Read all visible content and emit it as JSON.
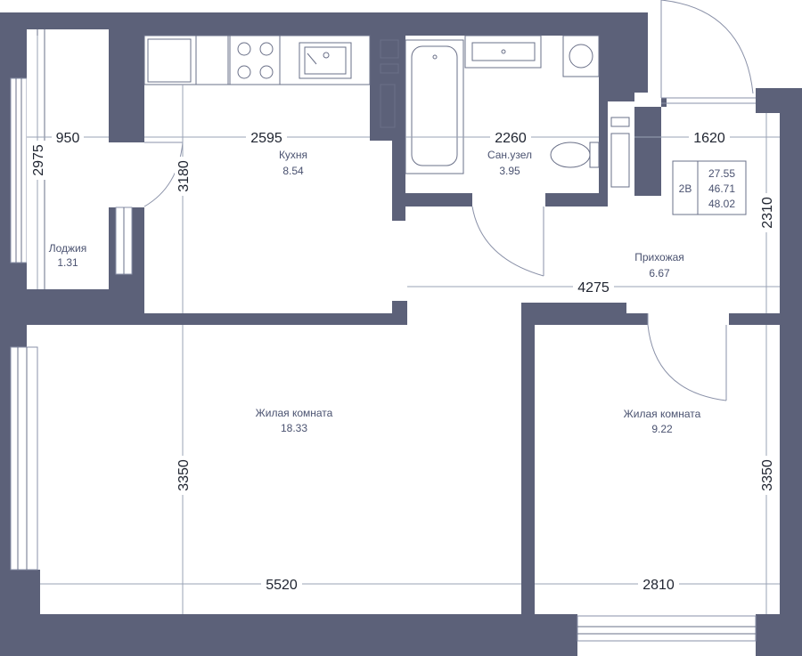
{
  "rooms": {
    "kitchen": {
      "name": "Кухня",
      "area": "8.54"
    },
    "bathroom": {
      "name": "Сан.узел",
      "area": "3.95"
    },
    "loggia": {
      "name": "Лоджия",
      "area": "1.31"
    },
    "hallway": {
      "name": "Прихожая",
      "area": "6.67"
    },
    "living_large": {
      "name": "Жилая комната",
      "area": "18.33"
    },
    "living_small": {
      "name": "Жилая комната",
      "area": "9.22"
    }
  },
  "dimensions": {
    "loggia_width": "950",
    "loggia_height": "2975",
    "kitchen_width": "2595",
    "kitchen_height": "3180",
    "bath_width": "2260",
    "entry_width": "1620",
    "entry_height": "2310",
    "hall_length": "4275",
    "living_large_height": "3350",
    "living_large_width": "5520",
    "living_small_height": "3350",
    "living_small_width": "2810"
  },
  "legend": {
    "type": "2В",
    "living_area": "27.55",
    "total_area": "46.71",
    "total_area_with_loggia": "48.02"
  },
  "colors": {
    "wall": "#5c6179",
    "text": "#4a5270",
    "dimension": "#1f2430"
  }
}
